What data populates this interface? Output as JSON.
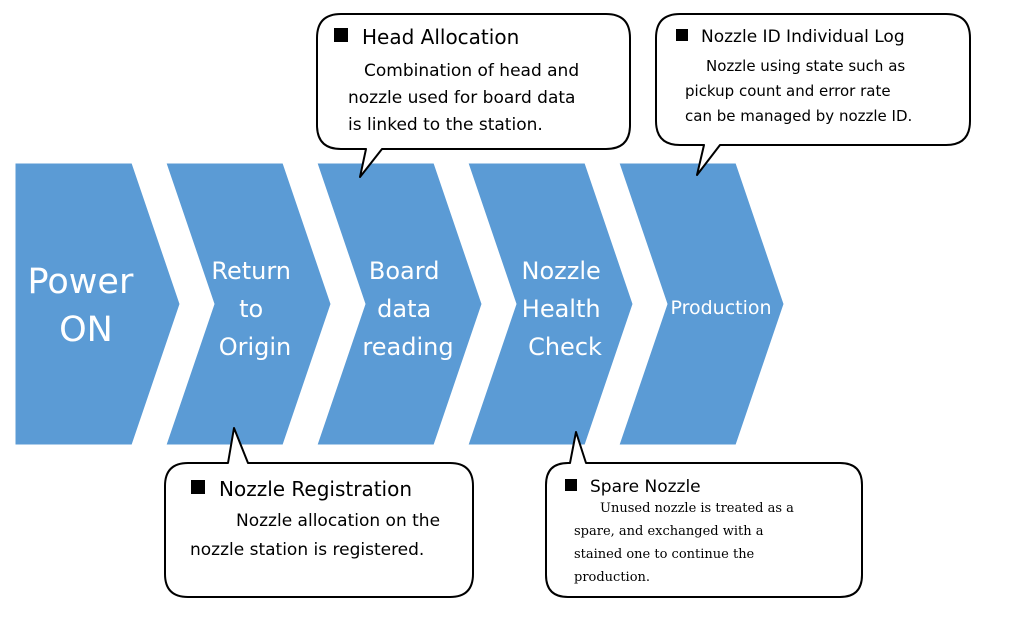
{
  "colors": {
    "step_fill": "#5b9bd5",
    "step_text": "#ffffff",
    "callout_border": "#000000",
    "callout_fill": "#ffffff"
  },
  "steps": [
    {
      "lines": [
        "Power",
        "ON"
      ]
    },
    {
      "lines": [
        "Return",
        "to",
        "Origin"
      ]
    },
    {
      "lines": [
        "Board",
        "data",
        "reading"
      ]
    },
    {
      "lines": [
        "Nozzle",
        "Health",
        "Check"
      ]
    },
    {
      "lines": [
        "Production"
      ]
    }
  ],
  "callouts": {
    "head_allocation": {
      "icon": "black-square-bullet",
      "title": "Head Allocation",
      "lines": [
        "Combination of head and",
        "nozzle used for board data",
        "is linked to the station."
      ]
    },
    "nozzle_id_log": {
      "icon": "black-square-bullet",
      "title": "Nozzle ID Individual Log",
      "lines": [
        "Nozzle using state such as",
        "pickup count and error rate",
        "can be managed by nozzle ID."
      ]
    },
    "nozzle_registration": {
      "icon": "black-square-bullet",
      "title": "Nozzle Registration",
      "lines": [
        "Nozzle allocation on the",
        "nozzle station is registered."
      ]
    },
    "spare_nozzle": {
      "icon": "black-square-bullet",
      "title": "Spare Nozzle",
      "lines": [
        "Unused nozzle is treated as a",
        "spare, and exchanged with a",
        "stained one to continue the",
        "production."
      ]
    }
  }
}
